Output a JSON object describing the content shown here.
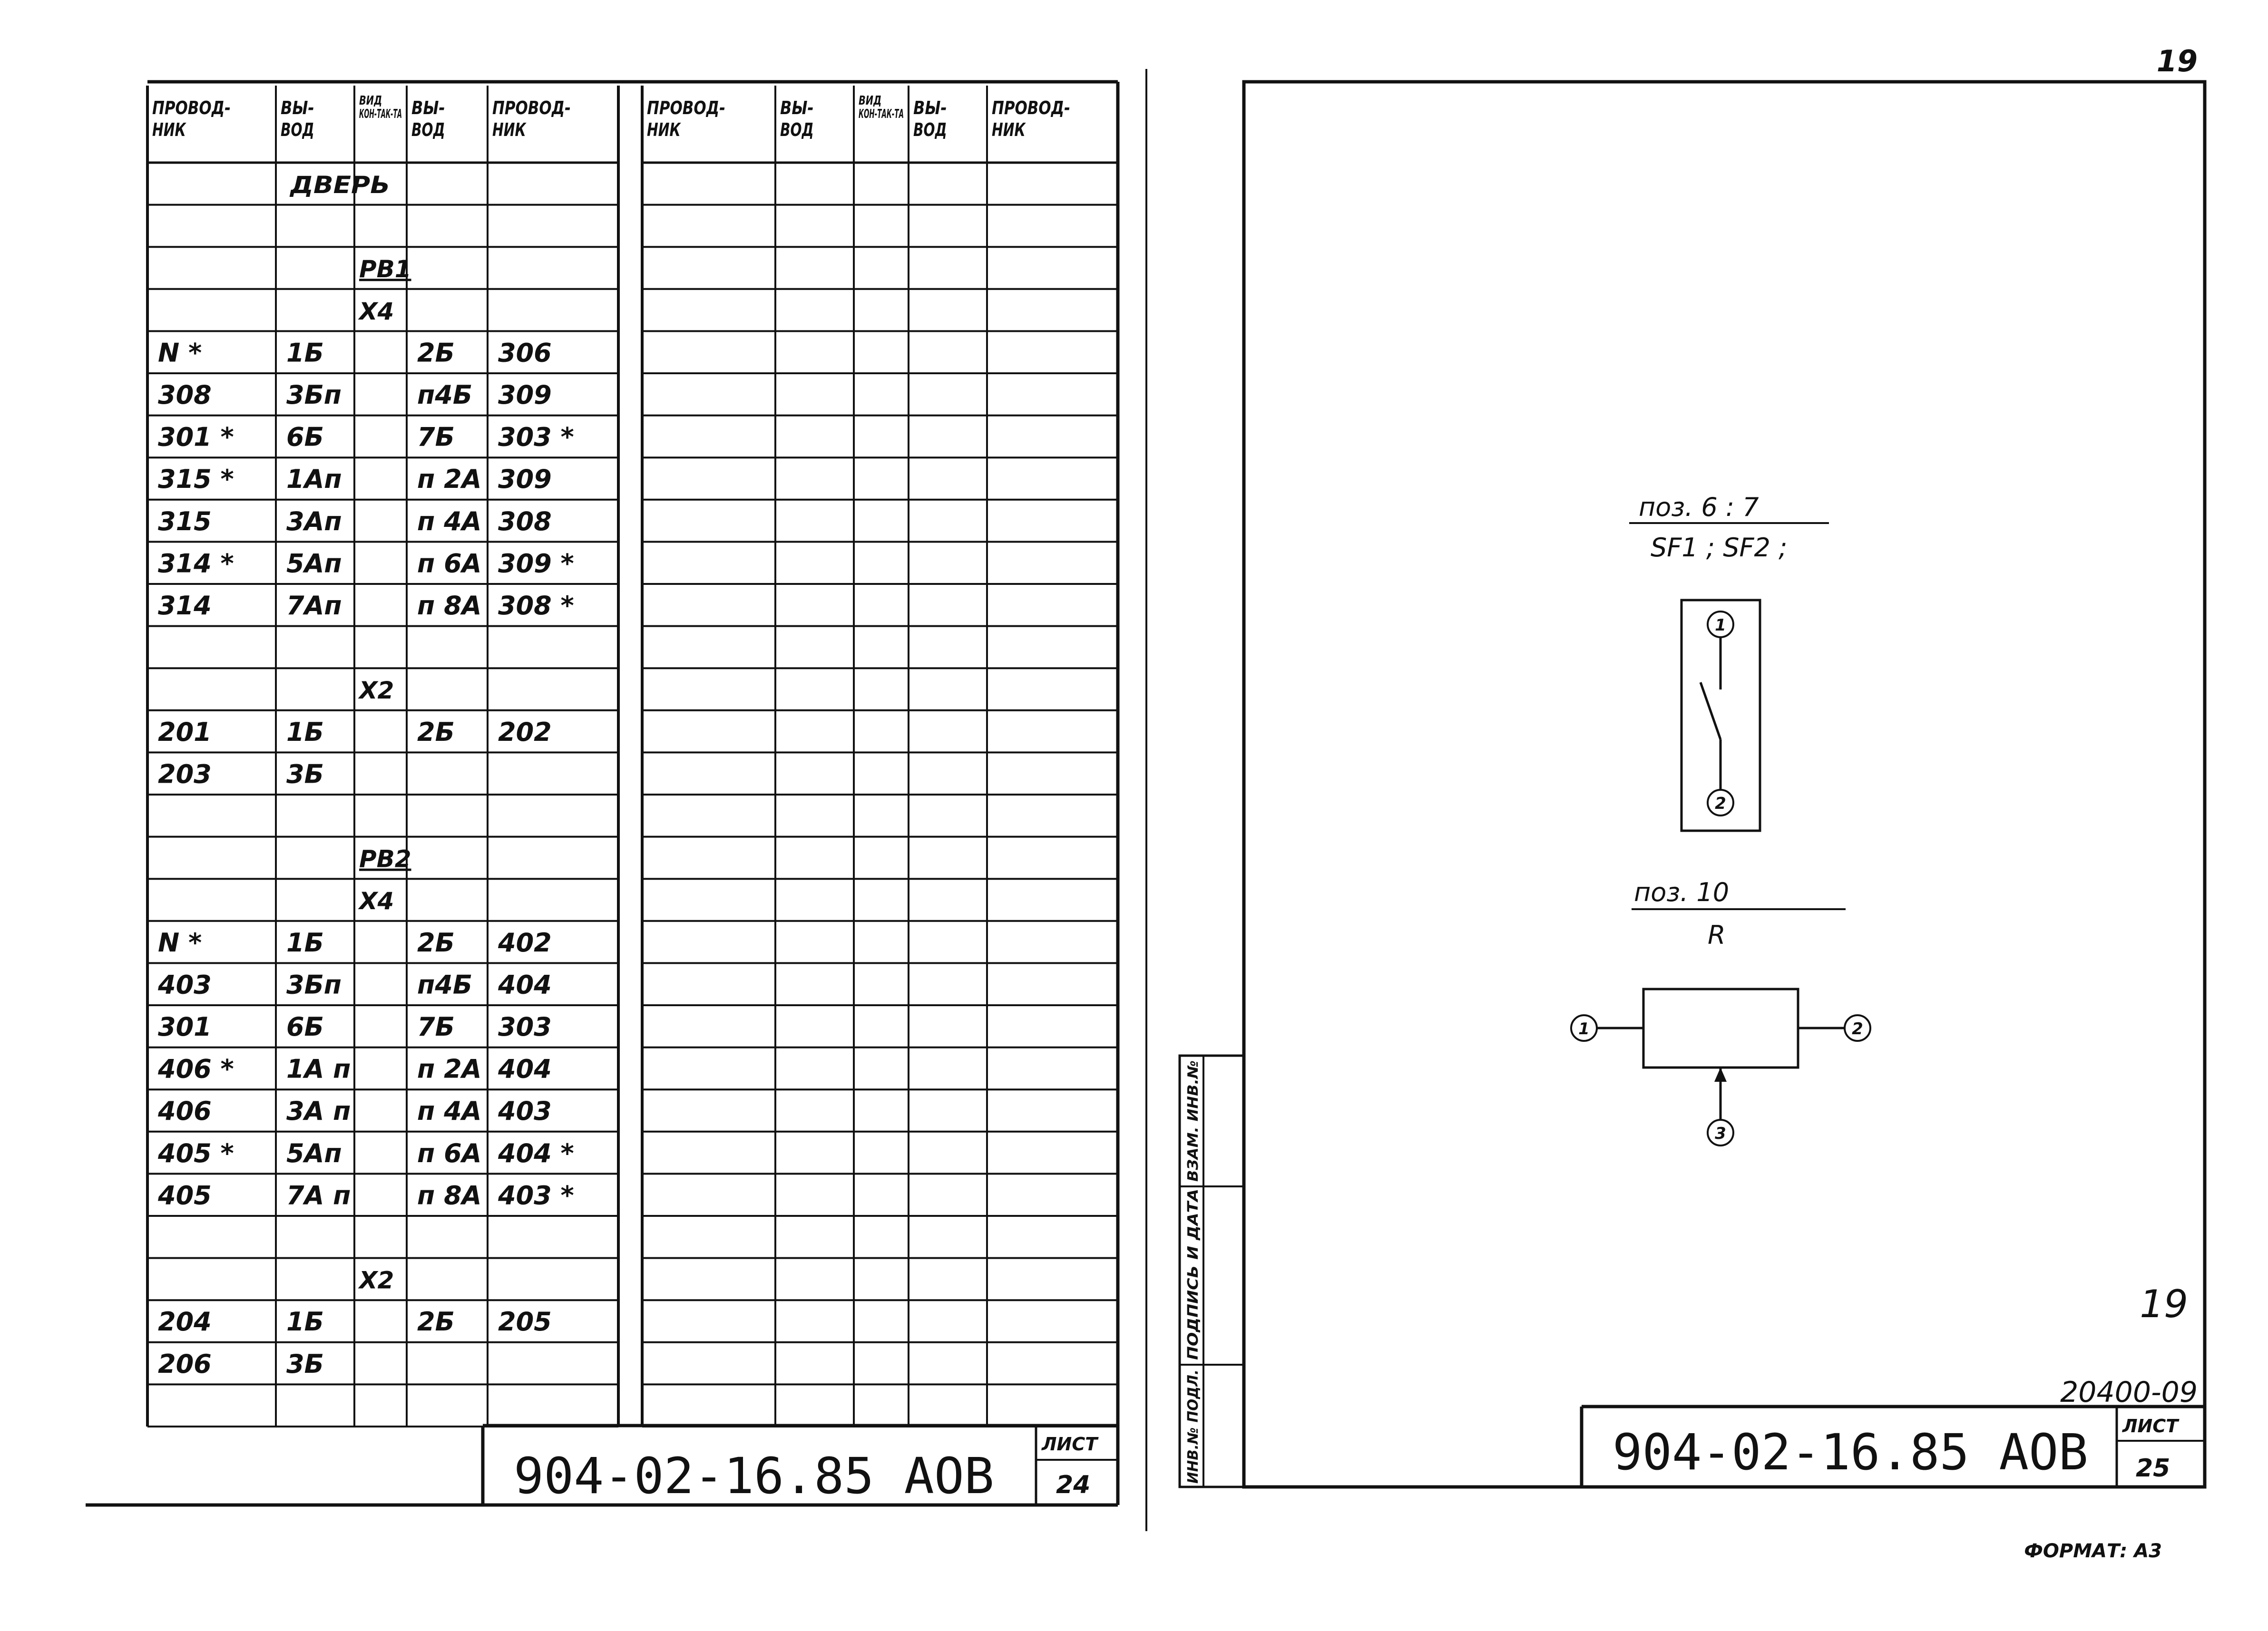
{
  "page_number": "19",
  "format_label": "ФОРМАТ: А3",
  "left_sheet": {
    "headers": [
      "ПРОВОД-НИК",
      "ВЫ-ВОД",
      "ВИД КОН-ТАК-ТА",
      "ВЫ-ВОД",
      "ПРОВОД-НИК"
    ],
    "rows": [
      [
        "",
        "ДВЕРЬ",
        "",
        "",
        ""
      ],
      [
        "",
        "",
        "",
        "",
        ""
      ],
      [
        "",
        "",
        "РВ1",
        "",
        ""
      ],
      [
        "",
        "",
        "Х4",
        "",
        ""
      ],
      [
        "N *",
        "1Б",
        "",
        "2Б",
        "306"
      ],
      [
        "308",
        "3Бп",
        "",
        "п4Б",
        "309"
      ],
      [
        "301 *",
        "6Б",
        "",
        "7Б",
        "303 *"
      ],
      [
        "315 *",
        "1Ап",
        "",
        "п 2А",
        "309"
      ],
      [
        "315",
        "3Ап",
        "",
        "п 4А",
        "308"
      ],
      [
        "314 *",
        "5Ап",
        "",
        "п 6А",
        "309 *"
      ],
      [
        "314",
        "7Ап",
        "",
        "п 8А",
        "308 *"
      ],
      [
        "",
        "",
        "",
        "",
        ""
      ],
      [
        "",
        "",
        "Х2",
        "",
        ""
      ],
      [
        "201",
        "1Б",
        "",
        "2Б",
        "202"
      ],
      [
        "203",
        "3Б",
        "",
        "",
        ""
      ],
      [
        "",
        "",
        "",
        "",
        ""
      ],
      [
        "",
        "",
        "РВ2",
        "",
        ""
      ],
      [
        "",
        "",
        "Х4",
        "",
        ""
      ],
      [
        "N *",
        "1Б",
        "",
        "2Б",
        "402"
      ],
      [
        "403",
        "3Бп",
        "",
        "п4Б",
        "404"
      ],
      [
        "301",
        "6Б",
        "",
        "7Б",
        "303"
      ],
      [
        "406 *",
        "1А п",
        "",
        "п 2А",
        "404"
      ],
      [
        "406",
        "3А п",
        "",
        "п 4А",
        "403"
      ],
      [
        "405 *",
        "5Ап",
        "",
        "п 6А",
        "404 *"
      ],
      [
        "405",
        "7А п",
        "",
        "п 8А",
        "403 *"
      ],
      [
        "",
        "",
        "",
        "",
        ""
      ],
      [
        "",
        "",
        "Х2",
        "",
        ""
      ],
      [
        "204",
        "1Б",
        "",
        "2Б",
        "205"
      ],
      [
        "206",
        "3Б",
        "",
        "",
        ""
      ],
      [
        "",
        "",
        "",
        "",
        ""
      ]
    ],
    "stamp_code": "904-02-16.85 АОВ",
    "sheet_label": "ЛИСТ",
    "sheet_number": "24"
  },
  "right_sheet": {
    "switch_title": "поз. 6 : 7",
    "switch_subtitle": "SF1 ; SF2 ;",
    "switch_pins": [
      "1",
      "2"
    ],
    "resistor_title": "поз. 10",
    "resistor_subtitle": "R",
    "resistor_pins": [
      "1",
      "2",
      "3"
    ],
    "side_labels": [
      "ИНВ.№ ПОДЛ.",
      "ПОДПИСЬ И ДАТА",
      "ВЗАМ. ИНВ.№"
    ],
    "handwritten_number": "19",
    "drawing_number": "20400-09",
    "stamp_code": "904-02-16.85 АОВ",
    "sheet_label": "ЛИСТ",
    "sheet_number": "25"
  }
}
